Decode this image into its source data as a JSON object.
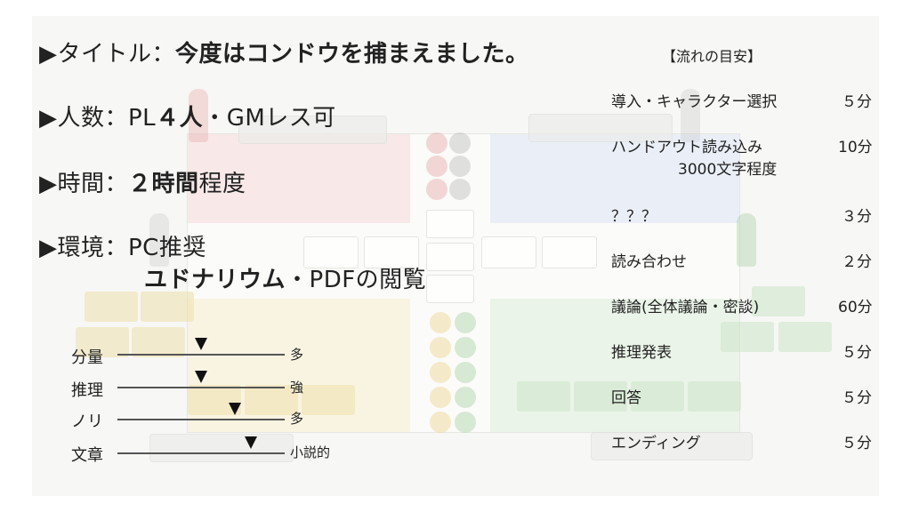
{
  "overview": {
    "title_label": "▶タイトル：",
    "title_value": "今度はコンドウを捕まえました。",
    "players_label": "▶人数：",
    "players_pl": "PL",
    "players_count": "４人",
    "players_rest": "・GMレス可",
    "time_label": "▶時間：",
    "time_value": "２時間",
    "time_suffix": "程度",
    "env_label": "▶環境：",
    "env_line1": "PC推奨",
    "env_line2_bold": "ユドナリウム",
    "env_line2_rest": "・PDFの閲覧"
  },
  "scales": [
    {
      "label": "分量",
      "right": "多",
      "level": 0.5
    },
    {
      "label": "推理",
      "right": "強",
      "level": 0.5
    },
    {
      "label": "ノリ",
      "right": "多",
      "level": 0.7
    },
    {
      "label": "文章",
      "right": "小説的",
      "level": 0.8
    }
  ],
  "flow": {
    "title": "【流れの目安】",
    "steps": [
      {
        "name": "導入・キャラクター選択",
        "time": "５分"
      },
      {
        "name": "ハンドアウト読み込み",
        "sub": "3000文字程度",
        "time": "10分"
      },
      {
        "name": "？？？",
        "time": "３分"
      },
      {
        "name": "読み合わせ",
        "time": "２分"
      },
      {
        "name": "議論(全体議論・密談)",
        "time": "60分"
      },
      {
        "name": "推理発表",
        "time": "５分"
      },
      {
        "name": "回答",
        "time": "５分"
      },
      {
        "name": "エンディング",
        "time": "５分"
      }
    ]
  }
}
